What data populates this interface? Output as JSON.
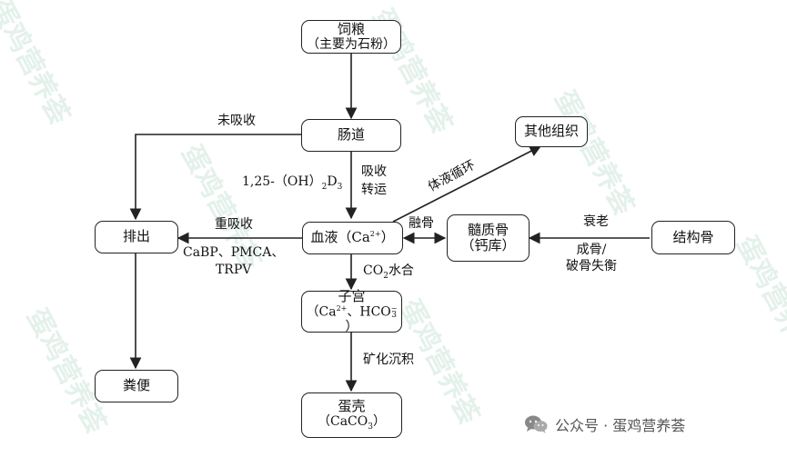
{
  "nodes": {
    "feed": {
      "line1": "饲粮",
      "line2": "（主要为石粉）"
    },
    "intestine": {
      "label": "肠道"
    },
    "other_tissue": {
      "label": "其他组织"
    },
    "excrete": {
      "label": "排出"
    },
    "blood": {
      "main": "血液（Ca",
      "sup": "2+",
      "close": "）"
    },
    "medullary": {
      "line1": "髓质骨",
      "line2": "（钙库）"
    },
    "structural": {
      "label": "结构骨"
    },
    "uterus": {
      "line1": "子宫",
      "line2_a": "（Ca",
      "line2_sup": "2+",
      "line2_b": "、HCO",
      "line2_sub": "3",
      "line2_sup2": "−",
      "line2_c": "）"
    },
    "feces": {
      "label": "粪便"
    },
    "eggshell": {
      "line1": "蛋壳",
      "line2_a": "（CaCO",
      "line2_sub": "3",
      "line2_c": "）"
    }
  },
  "edges": {
    "not_absorbed": "未吸收",
    "vitd_a": "1,25-（OH）",
    "vitd_sub1": "2",
    "vitd_b": "D",
    "vitd_sub2": "3",
    "absorb_line1": "吸收",
    "absorb_line2": "转运",
    "body_fluid": "体液循环",
    "reabsorb": "重吸收",
    "transporters_line1": "CaBP、PMCA、",
    "transporters_line2": "TRPV",
    "melt_bone": "融骨",
    "aging": "衰老",
    "osteo_line1": "成骨/",
    "osteo_line2": "破骨失衡",
    "co2_a": "CO",
    "co2_sub": "2",
    "co2_b": "水合",
    "mineral": "矿化沉积"
  },
  "watermark": {
    "text": "蛋鸡营养荟"
  },
  "footer": {
    "text": "公众号 · 蛋鸡营养荟",
    "icon": "wechat-icon"
  },
  "colors": {
    "line": "#222222",
    "watermark": "#cfe6dc"
  }
}
